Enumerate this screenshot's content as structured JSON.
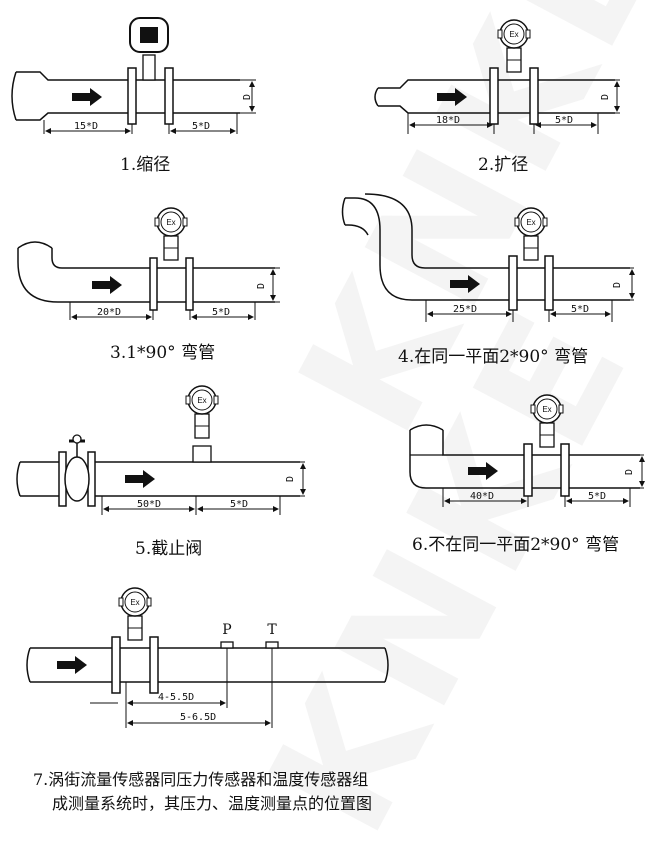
{
  "watermark": "KNKE",
  "meter_badge": "Ex",
  "diameter_label": "D",
  "sensors": {
    "pressure": "P",
    "temperature": "T"
  },
  "diagrams": [
    {
      "caption": "1.缩径",
      "upstream": "15*D",
      "downstream": "5*D"
    },
    {
      "caption": "2.扩径",
      "upstream": "18*D",
      "downstream": "5*D"
    },
    {
      "caption": "3.1*90° 弯管",
      "upstream": "20*D",
      "downstream": "5*D"
    },
    {
      "caption": "4.在同一平面2*90° 弯管",
      "upstream": "25*D",
      "downstream": "5*D"
    },
    {
      "caption": "5.截止阀",
      "upstream": "50*D",
      "downstream": "5*D"
    },
    {
      "caption": "6.不在同一平面2*90° 弯管",
      "upstream": "40*D",
      "downstream": "5*D"
    },
    {
      "caption_line1": "7.涡街流量传感器同压力传感器和温度传感器组",
      "caption_line2": "成测量系统时，其压力、温度测量点的位置图",
      "dim_pressure": "4-5.5D",
      "dim_temperature": "5-6.5D"
    }
  ]
}
